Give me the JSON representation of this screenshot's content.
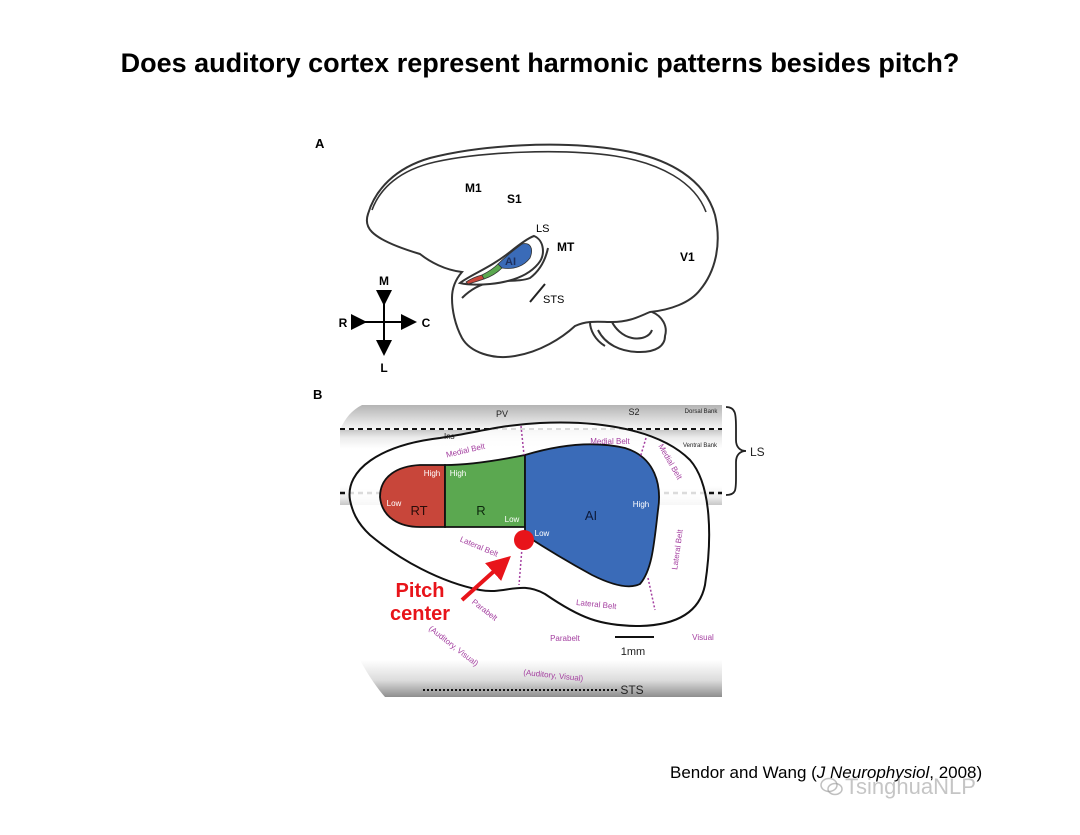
{
  "title": "Does auditory cortex represent harmonic patterns besides pitch?",
  "panel_a": {
    "label": "A",
    "regions": {
      "m1": "M1",
      "s1": "S1",
      "ls": "LS",
      "mt": "MT",
      "ai": "AI",
      "v1": "V1",
      "sts": "STS"
    },
    "compass": {
      "north": "M",
      "south": "L",
      "west": "R",
      "east": "C"
    }
  },
  "panel_b": {
    "label": "B",
    "pv": "PV",
    "s2": "S2",
    "dorsal_bank": "Dorsal Bank",
    "ventral_bank": "Ventral Bank",
    "ls": "LS",
    "ins": "Ins",
    "medial_belt_left": "Medial Belt",
    "medial_belt_right": "Medial Belt",
    "medial_belt_diag": "Medial Belt",
    "lateral_belt_left": "Lateral Belt",
    "lateral_belt_bottom": "Lateral Belt",
    "lateral_belt_right": "Lateral Belt",
    "parabelt_left": "Parabelt",
    "parabelt_mid": "Parabelt",
    "auditory_visual_left": "(Auditory, Visual)",
    "auditory_visual_mid": "(Auditory, Visual)",
    "visual": "Visual",
    "scale": "1mm",
    "sts": "STS",
    "rt": {
      "name": "RT",
      "high": "High",
      "low": "Low"
    },
    "r": {
      "name": "R",
      "high": "High",
      "low": "Low"
    },
    "ai": {
      "name": "AI",
      "high": "High",
      "low": "Low"
    },
    "pitch_center_line1": "Pitch",
    "pitch_center_line2": "center"
  },
  "colors": {
    "rt": "#c8463a",
    "r": "#5ba850",
    "ai": "#3a6bb8",
    "belt_text": "#a43fa0",
    "pitch": "#e8141a"
  },
  "citation": {
    "authors": "Bendor and Wang (",
    "journal": "J Neurophysiol",
    "year": ", 2008)"
  },
  "watermark": "TsinghuaNLP"
}
